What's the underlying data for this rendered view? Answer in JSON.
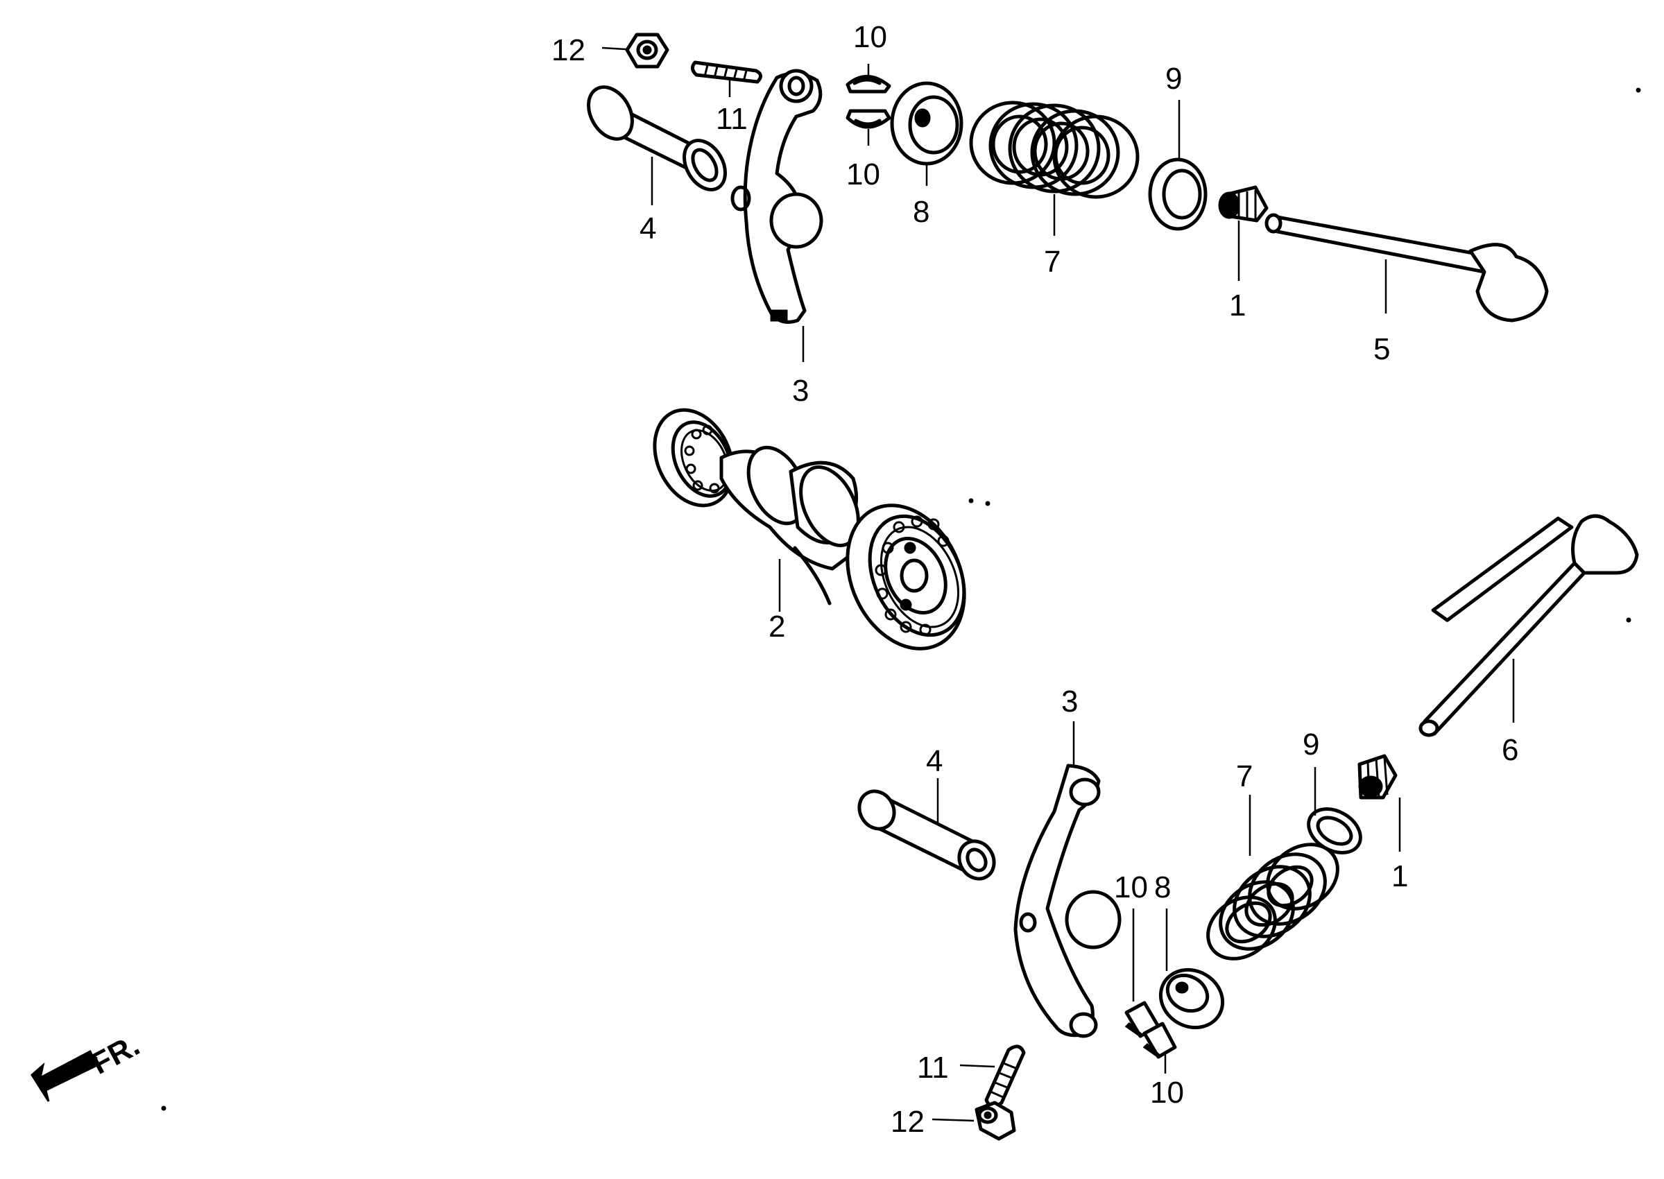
{
  "direction_label": "FR.",
  "labels": {
    "u12": "12",
    "u11": "11",
    "u10a": "10",
    "u10b": "10",
    "u8": "8",
    "u9": "9",
    "u7": "7",
    "u4": "4",
    "u3": "3",
    "u1": "1",
    "u5": "5",
    "u2": "2",
    "l3": "3",
    "l4": "4",
    "l7": "7",
    "l9": "9",
    "l6": "6",
    "l1": "1",
    "l10a": "10",
    "l8": "8",
    "l10b": "10",
    "l11": "11",
    "l12": "12"
  }
}
